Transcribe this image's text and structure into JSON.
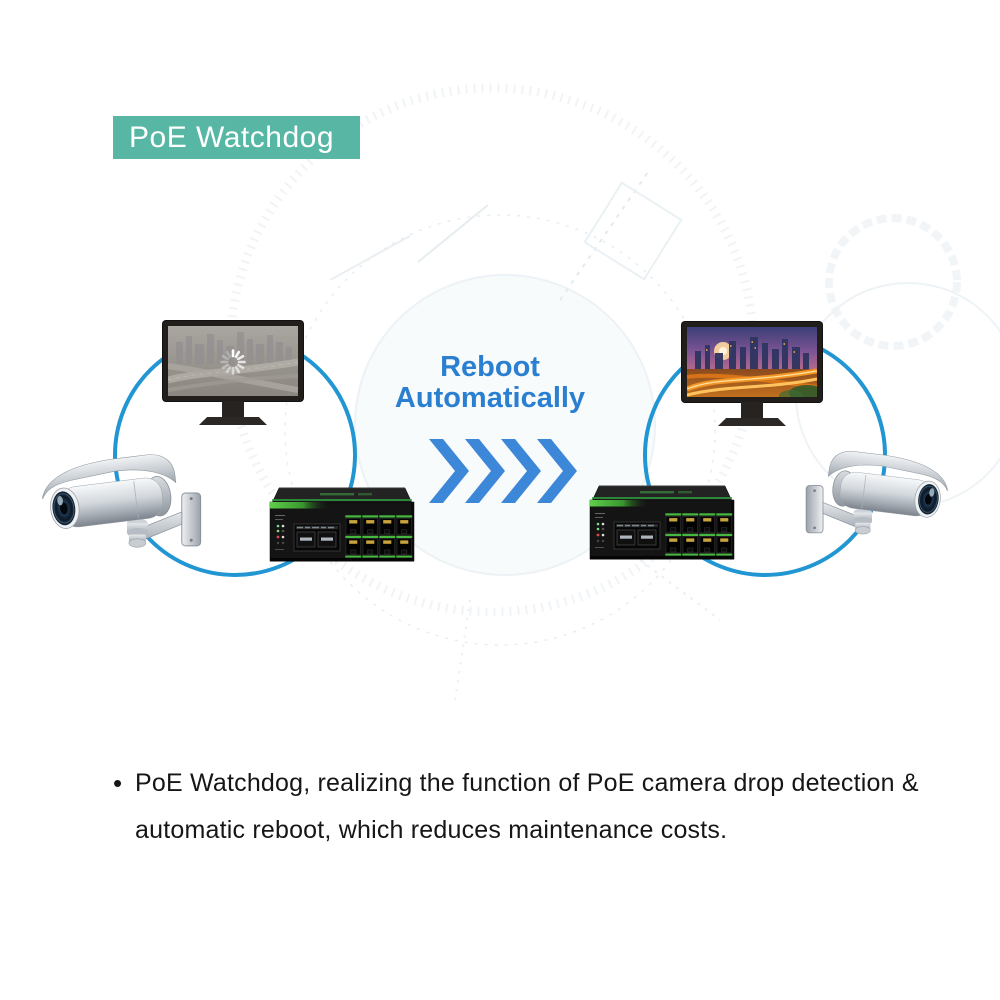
{
  "badge": {
    "label": "PoE Watchdog",
    "bg_color": "#58b7a4",
    "text_color": "#ffffff"
  },
  "center": {
    "title_line1": "Reboot",
    "title_line2": "Automatically",
    "text_color": "#2b7fd0",
    "chevron_count": 4,
    "chevron_color": "#3c87d8",
    "chevron_direction": "right"
  },
  "diagram": {
    "loop_color": "#2196d3",
    "left_group": {
      "monitor_screen": "faded city feed with loading spinner",
      "camera": "bullet CCTV camera",
      "device": "8-port PoE switch",
      "port_count": 8
    },
    "right_group": {
      "monitor_screen": "live colorful city highway feed",
      "camera": "bullet CCTV camera",
      "device": "8-port PoE switch",
      "port_count": 8
    }
  },
  "icons": {
    "left_monitor_overlay": "loading-spinner",
    "arrow": "fast-forward-chevrons",
    "cameras": "cctv-bullet-camera",
    "switches": "poe-network-switch"
  },
  "colors": {
    "badge_teal": "#58b7a4",
    "loop_blue": "#2196d3",
    "title_blue": "#2b7fd0",
    "chevron_blue": "#3c87d8",
    "switch_green": "#46b83e",
    "body_text": "#161616"
  },
  "description": {
    "bullet": "•",
    "lines": [
      "PoE Watchdog, realizing the function of PoE camera drop detection &",
      "automatic reboot, which reduces maintenance costs."
    ]
  }
}
